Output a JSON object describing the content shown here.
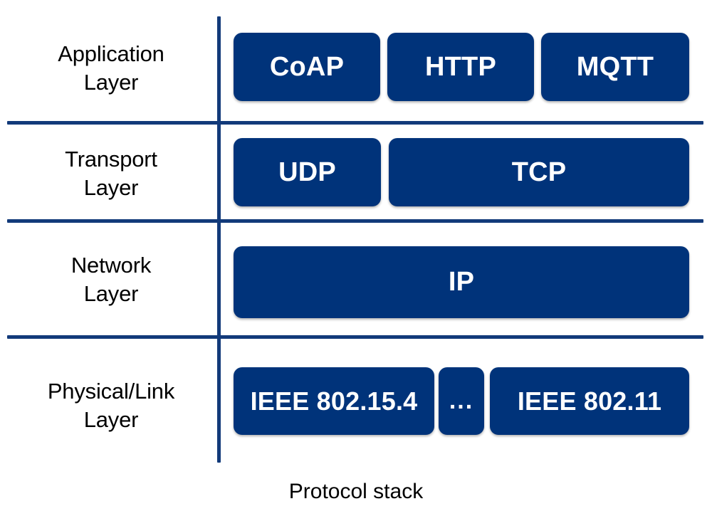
{
  "diagram": {
    "caption": "Protocol stack",
    "colors": {
      "box_fill": "#00337a",
      "line": "#123a7a",
      "box_text": "#ffffff",
      "label_text": "#000000",
      "background": "#ffffff"
    },
    "layers": [
      {
        "name": "application-layer",
        "label_line1": "Application",
        "label_line2": "Layer",
        "protocols": [
          {
            "key": "coap",
            "label": "CoAP"
          },
          {
            "key": "http",
            "label": "HTTP"
          },
          {
            "key": "mqtt",
            "label": "MQTT"
          }
        ]
      },
      {
        "name": "transport-layer",
        "label_line1": "Transport",
        "label_line2": "Layer",
        "protocols": [
          {
            "key": "udp",
            "label": "UDP"
          },
          {
            "key": "tcp",
            "label": "TCP"
          }
        ]
      },
      {
        "name": "network-layer",
        "label_line1": "Network",
        "label_line2": "Layer",
        "protocols": [
          {
            "key": "ip",
            "label": "IP"
          }
        ]
      },
      {
        "name": "physical-link-layer",
        "label_line1": "Physical/Link",
        "label_line2": "Layer",
        "protocols": [
          {
            "key": "ieee802154",
            "label": "IEEE 802.15.4"
          },
          {
            "key": "ellipsis",
            "label": "..."
          },
          {
            "key": "ieee80211",
            "label": "IEEE 802.11"
          }
        ]
      }
    ]
  }
}
